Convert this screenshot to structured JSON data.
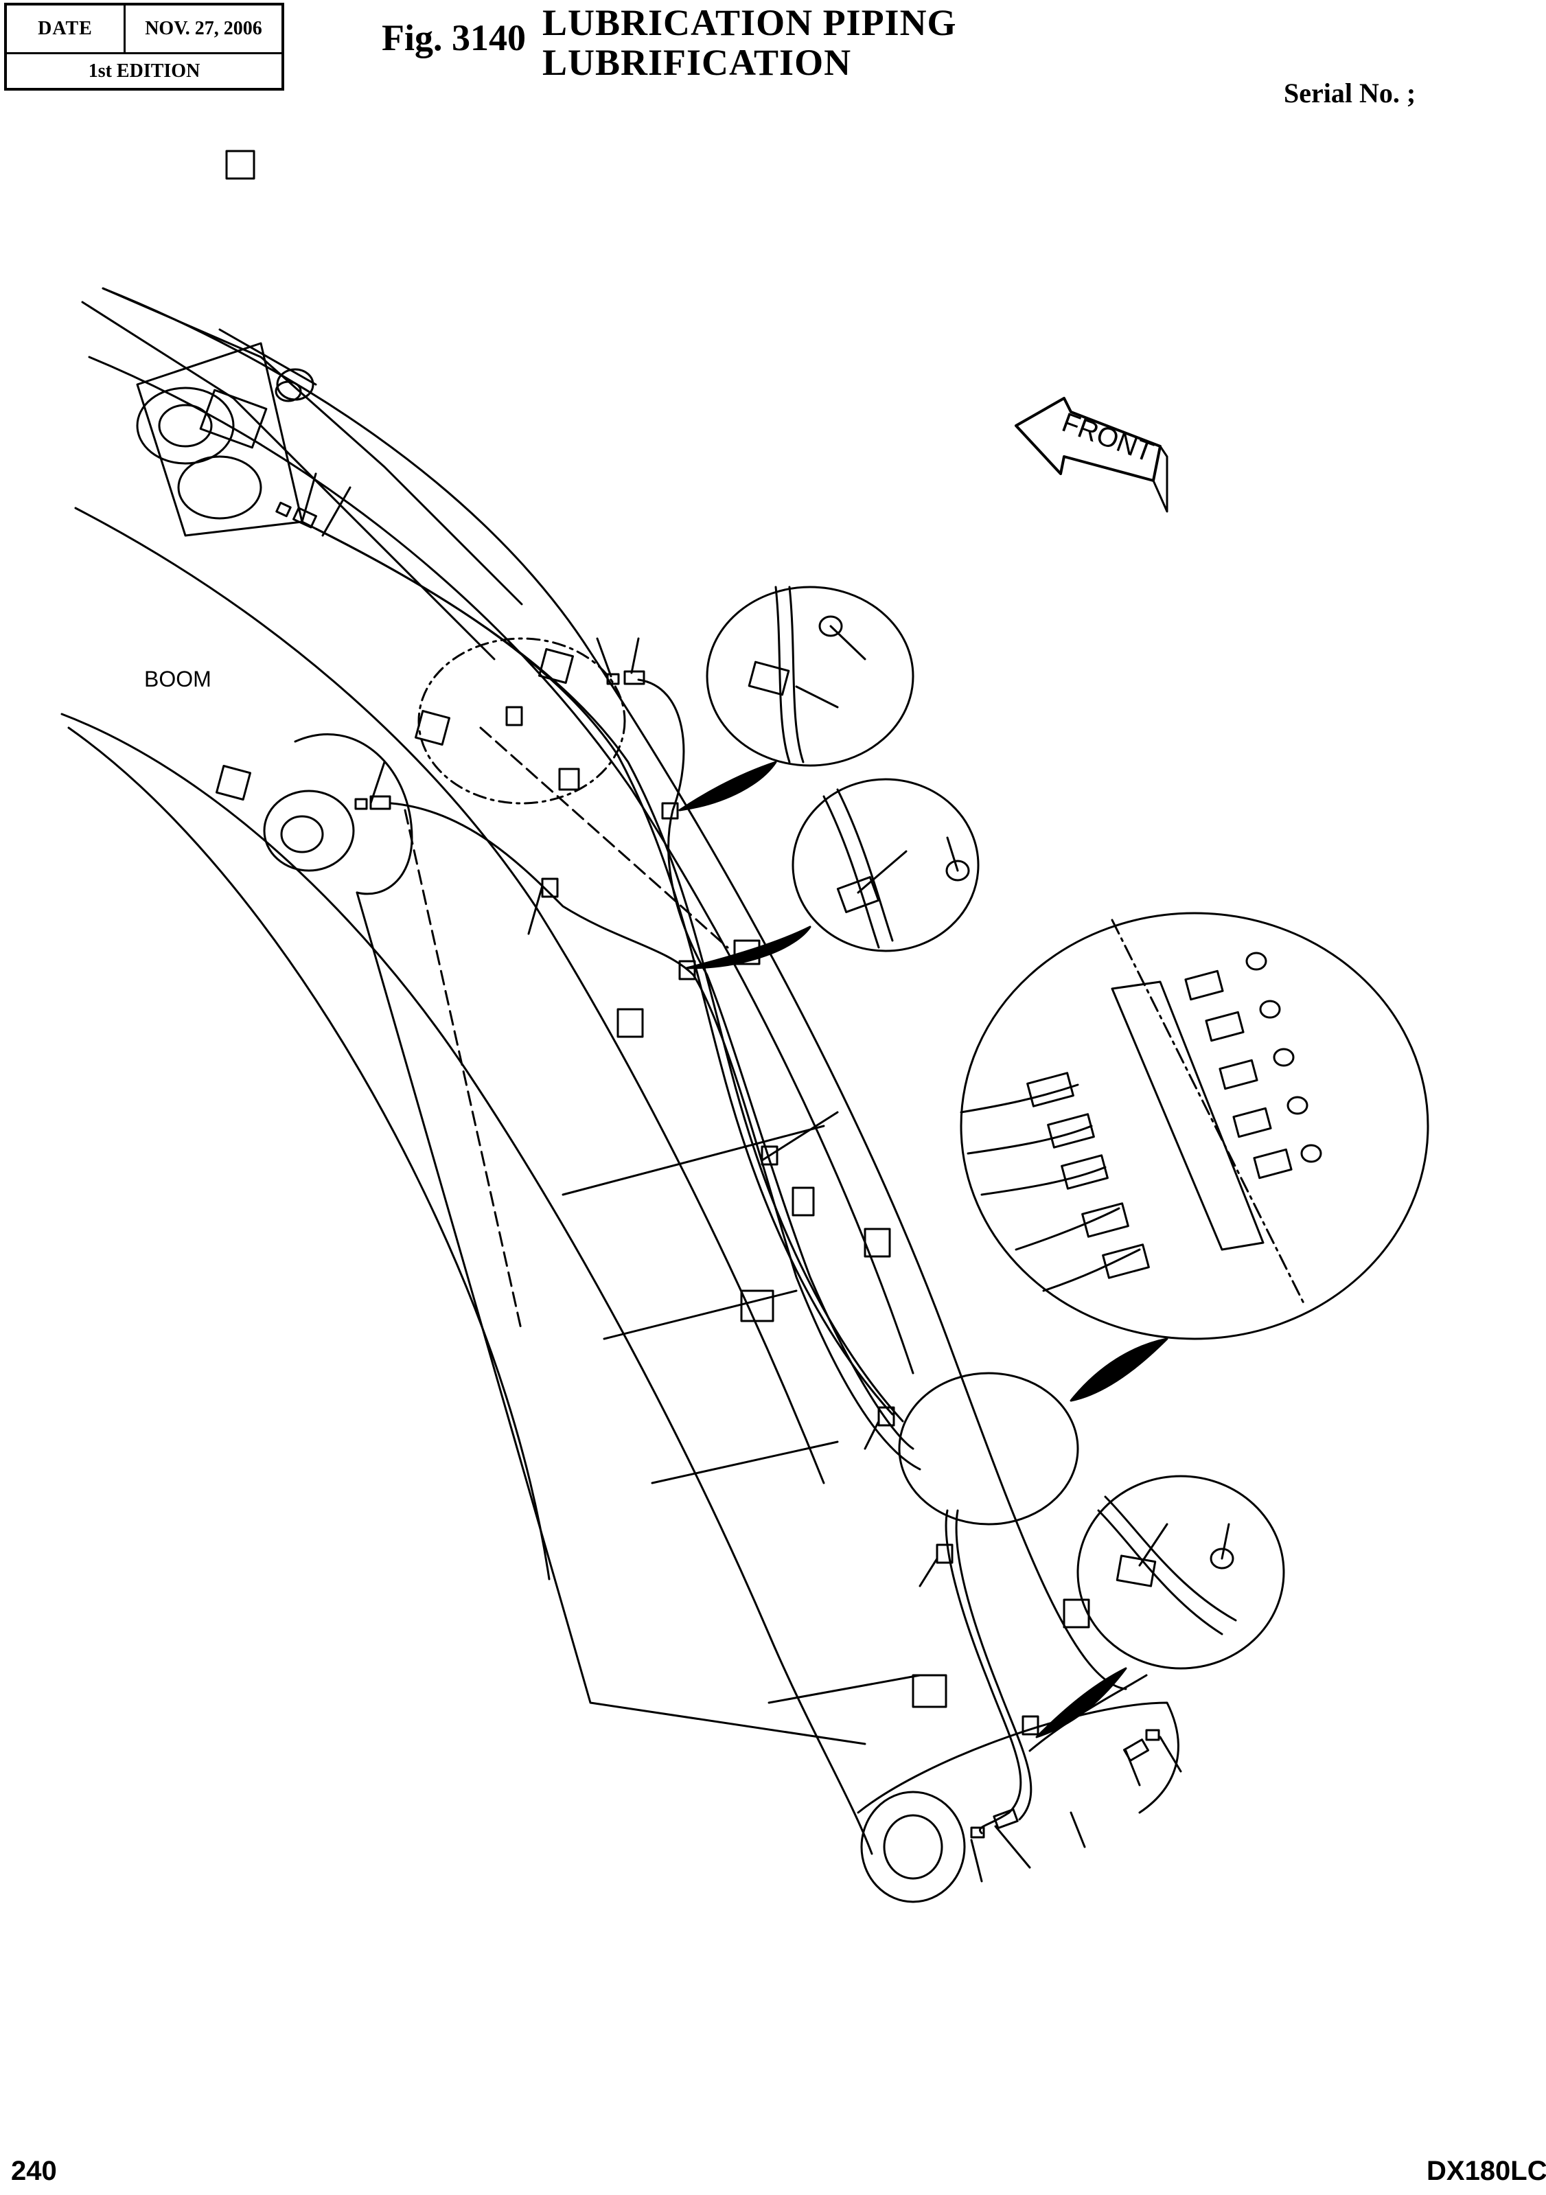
{
  "header": {
    "date_label": "DATE",
    "date_value": "NOV. 27, 2006",
    "edition": "1st EDITION",
    "fig_number": "Fig. 3140",
    "title_line1": "LUBRICATION  PIPING",
    "title_line2": "LUBRIFICATION",
    "serial_label": "Serial No. ;"
  },
  "diagram": {
    "boom_label": "BOOM",
    "front_label": "FRONT"
  },
  "footer": {
    "page_number": "240",
    "model": "DX180LC"
  }
}
